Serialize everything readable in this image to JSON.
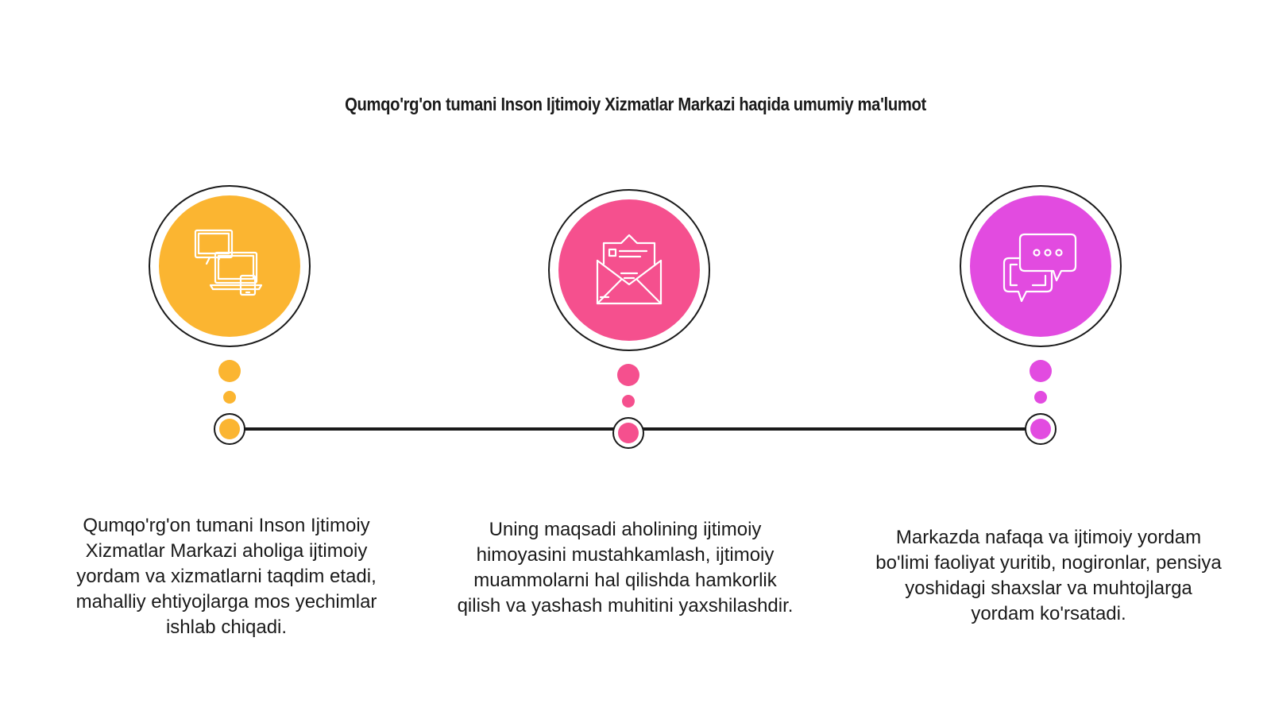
{
  "title": "Qumqo'rg'on tumani Inson Ijtimoiy Xizmatlar Markazi haqida umumiy ma'lumot",
  "colors": {
    "orange": "#FBB531",
    "pink": "#F5508E",
    "magenta": "#E24BE0",
    "line": "#1A1A1A"
  },
  "steps": [
    {
      "icon": "devices-icon",
      "color": "#FBB531",
      "text": "Qumqo'rg'on tumani Inson Ijtimoiy Xizmatlar Markazi aholiga ijtimoiy yordam va xizmatlarni taqdim etadi, mahalliy ehtiyojlarga mos yechimlar ishlab chiqadi."
    },
    {
      "icon": "envelope-icon",
      "color": "#F5508E",
      "text": "Uning maqsadi aholining ijtimoiy himoyasini mustahkamlash, ijtimoiy muammolarni hal qilishda hamkorlik qilish va yashash muhitini yaxshilashdir."
    },
    {
      "icon": "chat-bubbles-icon",
      "color": "#E24BE0",
      "text": "Markazda nafaqa va ijtimoiy yordam bo'limi faoliyat yuritib, nogironlar, pensiya yoshidagi shaxslar va muhtojlarga yordam ko'rsatadi."
    }
  ]
}
